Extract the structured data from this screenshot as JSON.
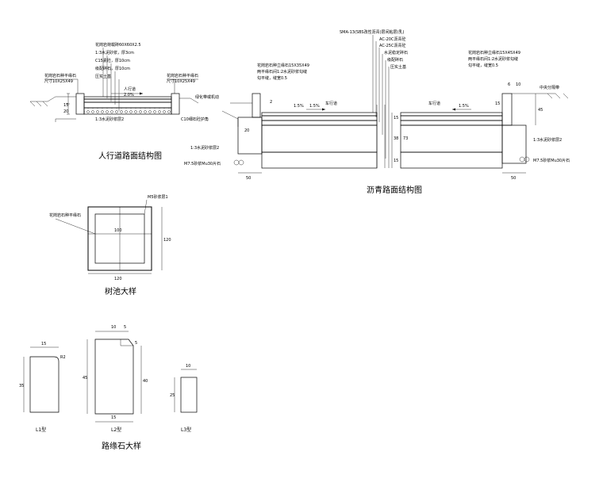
{
  "sidewalk": {
    "title": "人行道路面结构图",
    "layers": [
      "花岗岩荷载砖60X60X2.5",
      "1:3水泥砂浆，厚3cm",
      "C15素砼，厚10cm",
      "级配碎石，厚10cm",
      "压实土基"
    ],
    "curb_left": "花岗岩石种平缘石",
    "curb_left_size": "尺寸10X25X49",
    "curb_right": "花岗岩石种平缘石",
    "curb_right_size": "尺寸10X25X49",
    "walk_label": "人行道",
    "slope": "2.0%",
    "base_label": "1:3水泥砂浆层2",
    "dim_15": "15",
    "dim_20": "20"
  },
  "asphalt": {
    "title": "沥青路面结构图",
    "layers": [
      "SMA-13(SBS改性沥青)层间粘层(乳)",
      "AC-20C沥青砼",
      "AC-25C沥青砼",
      "水泥稳定碎石",
      "级配碎石",
      "压实土基"
    ],
    "curb_left": "花岗岩石种立缘石15X35X49",
    "curb_left_note": "两平缘石间1:2水泥砂浆勾缝",
    "curb_left_note2": "勾平缝，缝宽0.5",
    "curb_right": "花岗岩石种立缘石15X45X49",
    "curb_right_note": "两平缘石间1:2水泥砂浆勾缝",
    "curb_right_note2": "勾平缝，缝宽0.5",
    "lane_left": "车行道",
    "lane_right": "车行道",
    "slope_left": "1.5%",
    "slope_right": "1.5%",
    "median": "中央分隔带",
    "green_belt": "绿化带或机动",
    "c10": "C10细石砼护角",
    "mortar_left": "1:3水泥砂浆层2",
    "mortar_right": "1:3水泥砂浆层2",
    "m75_left": "M7.5砂浆Mu30片石",
    "m75_right": "M7.5砂浆Mu30片石",
    "dims": [
      "50",
      "50",
      "15",
      "38",
      "15",
      "73",
      "20",
      "45",
      "15",
      "6",
      "10",
      "1.5%",
      "2"
    ]
  },
  "tree_pit": {
    "title": "树池大样",
    "label_left": "花岗岩石种平缘石",
    "label_right": "M5砂浆层1",
    "dim_inner": "100",
    "dim_width": "120",
    "dim_height": "120"
  },
  "curbs": {
    "title": "路缘石大样",
    "l1": {
      "name": "L1型",
      "w": "15",
      "h": "35",
      "r": "R2"
    },
    "l2": {
      "name": "L2型",
      "w_top": "10",
      "w_chamfer": "5",
      "h_total": "45",
      "h_inner": "40",
      "w": "15",
      "c": "5"
    },
    "l3": {
      "name": "L3型",
      "w": "10",
      "h": "25"
    }
  }
}
